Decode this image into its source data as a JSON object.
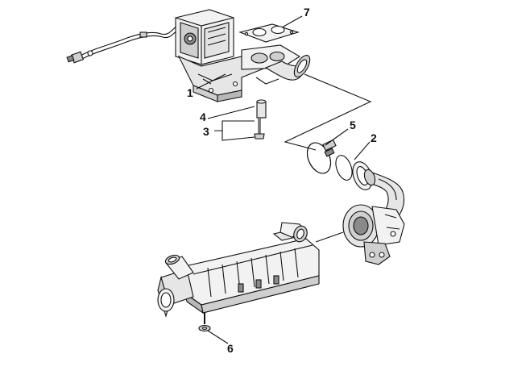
{
  "colors": {
    "line": "#111111",
    "light": "#f2f2f2",
    "mid": "#cfcfcf",
    "dark": "#8a8a8a",
    "background": "#ffffff"
  },
  "callouts": [
    {
      "id": "1",
      "text": "1"
    },
    {
      "id": "2",
      "text": "2"
    },
    {
      "id": "3",
      "text": "3"
    },
    {
      "id": "4",
      "text": "4"
    },
    {
      "id": "5",
      "text": "5"
    },
    {
      "id": "6",
      "text": "6"
    },
    {
      "id": "7",
      "text": "7"
    }
  ]
}
